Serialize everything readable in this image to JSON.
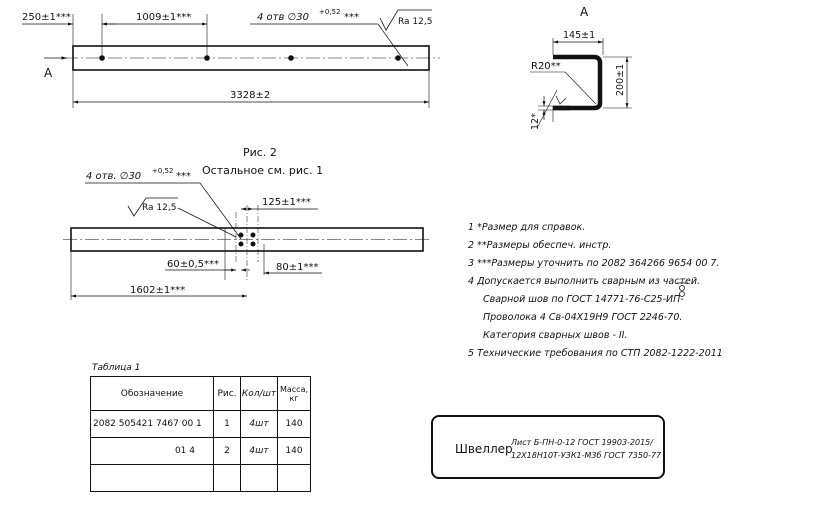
{
  "drawing": {
    "fig1": {
      "dim_left": "250±1***",
      "dim_mid": "1009±1***",
      "holes_callout": "4 отв ∅30",
      "holes_tol": "+0,52",
      "holes_stars": "***",
      "roughness": "Ra 12,5",
      "view_letter": "A",
      "dim_total": "3328±2"
    },
    "section": {
      "view_letter": "A",
      "dim_width": "145±1",
      "dim_height": "200±1",
      "radius": "R20**",
      "thickness": "12*"
    },
    "fig2": {
      "caption": "Рис. 2",
      "subtitle": "Остальное см. рис. 1",
      "holes_callout": "4 отв. ∅30",
      "holes_tol": "+0,52",
      "holes_stars": "***",
      "roughness": "Ra 12,5",
      "dim_spacing": "125±1***",
      "dim_60": "60±0,5***",
      "dim_80": "80±1***",
      "dim_1602": "1602±1***"
    }
  },
  "notes": [
    "1 *Размер для справок.",
    "2  **Размеры обеспеч. инстр.",
    "3  ***Размеры уточнить по 2082 364266 9654 00 7.",
    "4  Допускается выполнить сварным из частей.",
    "Сварной шов по ГОСТ 14771-76-С25-ИП-",
    "Проволока 4 Св-04Х19Н9 ГОСТ 2246-70.",
    "Категория сварных швов - II.",
    "5  Технические требования по СТП 2082-1222-2011"
  ],
  "table": {
    "caption": "Таблица 1",
    "headers": [
      "Обозначение",
      "Рис.",
      "Кол/шт",
      "Масса, кг"
    ],
    "rows": [
      [
        "2082 505421 7467 00 1",
        "1",
        "4шт",
        "140"
      ],
      [
        "01 4",
        "2",
        "4шт",
        "140"
      ],
      [
        "",
        "",
        "",
        ""
      ]
    ]
  },
  "title_block": {
    "name": "Швеллер",
    "material_line1": "Лист Б-ПН-0-12 ГОСТ 19903-2015/",
    "material_line2": "12Х18Н10Т-УЗК1-М3б ГОСТ 7350-77"
  }
}
